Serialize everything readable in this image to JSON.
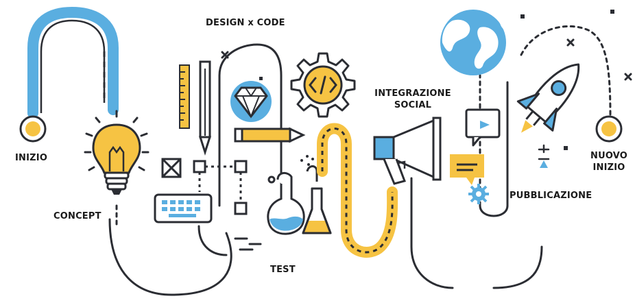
{
  "labels": {
    "inizio": "INIZIO",
    "concept": "CONCEPT",
    "design_code": "DESIGN x CODE",
    "test": "TEST",
    "integrazione_line1": "INTEGRAZIONE",
    "integrazione_line2": "SOCIAL",
    "pubblicazione": "PUBBLICAZIONE",
    "nuovo_line1": "NUOVO",
    "nuovo_line2": "INIZIO"
  },
  "icons": [
    "lightbulb-icon",
    "ruler-icon",
    "pencil-icon",
    "diamond-icon",
    "code-gear-icon",
    "keyboard-icon",
    "flask-icon",
    "megaphone-icon",
    "globe-icon",
    "video-play-icon",
    "chat-bubble-icon",
    "rocket-icon",
    "settings-icon"
  ],
  "colors": {
    "blue": "#5aaee0",
    "yellow": "#f6c343",
    "dark": "#2b2d33"
  }
}
